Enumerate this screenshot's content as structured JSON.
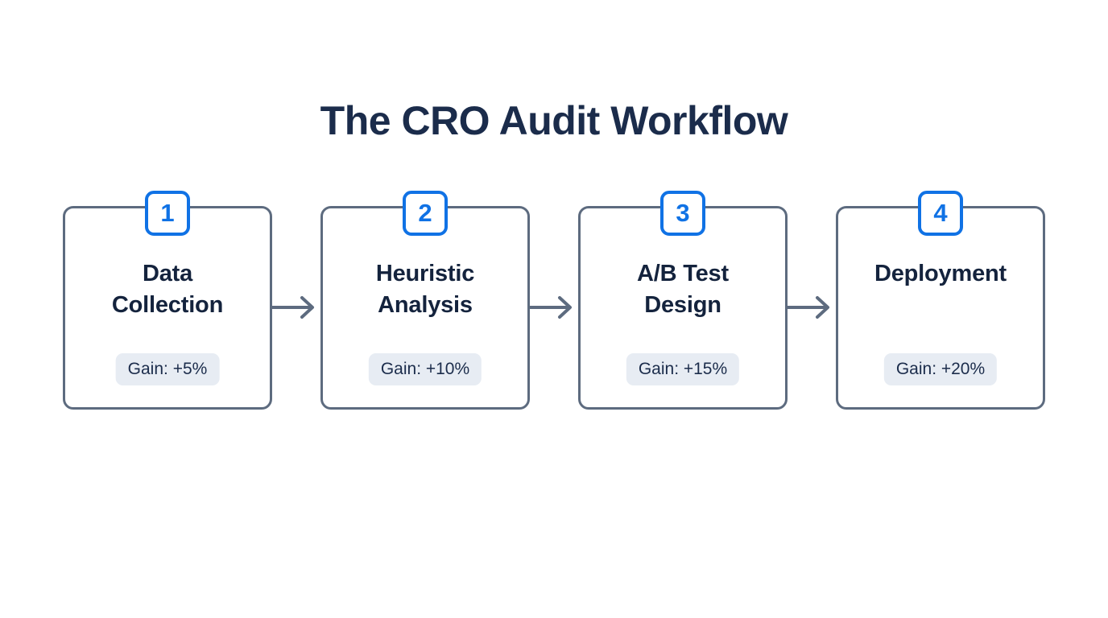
{
  "diagram": {
    "title": "The CRO Audit Workflow",
    "colors": {
      "title_text": "#1b2c4b",
      "card_border": "#5d6b7f",
      "badge_blue": "#1072e5",
      "gain_pill_bg": "#e7ecf3",
      "gain_pill_text": "#1b2c4b",
      "arrow": "#5d6b7f",
      "background": "#ffffff"
    },
    "steps": [
      {
        "number": "1",
        "title": "Data\nCollection",
        "gain": "Gain: +5%"
      },
      {
        "number": "2",
        "title": "Heuristic\nAnalysis",
        "gain": "Gain: +10%"
      },
      {
        "number": "3",
        "title": "A/B Test\nDesign",
        "gain": "Gain: +15%"
      },
      {
        "number": "4",
        "title": "Deployment",
        "gain": "Gain: +20%"
      }
    ],
    "connectors": [
      {
        "icon": "arrow-right-icon"
      },
      {
        "icon": "arrow-right-icon"
      },
      {
        "icon": "arrow-right-icon"
      }
    ]
  }
}
